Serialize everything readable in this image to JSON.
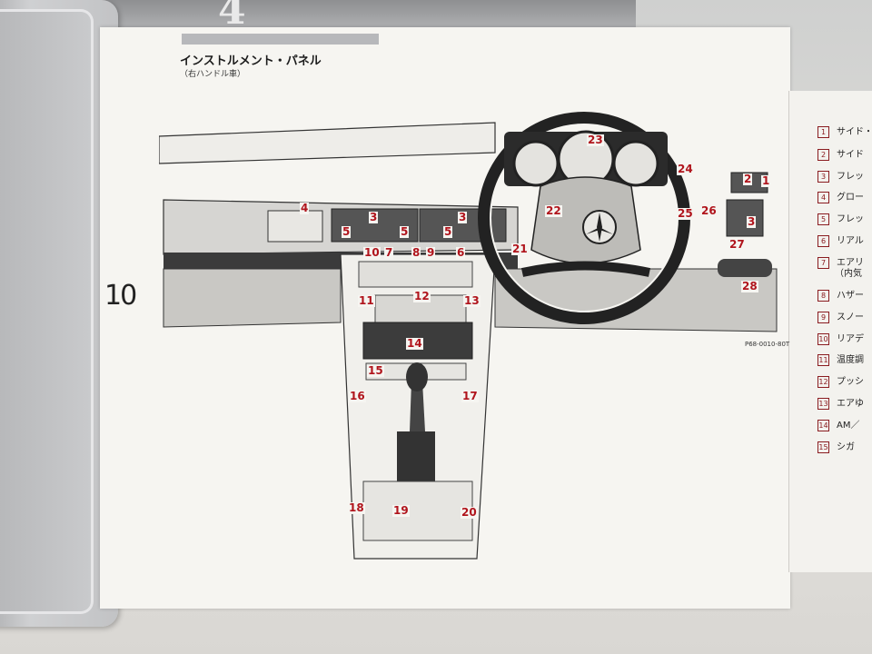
{
  "page": {
    "title": "インストルメント・パネル",
    "subtitle": "（右ハンドル車）",
    "page_number": "10",
    "figure_code": "P68-0010-80T",
    "cover_text": "4"
  },
  "diagram": {
    "callouts": [
      {
        "id": "c1",
        "label": "1"
      },
      {
        "id": "c2",
        "label": "2"
      },
      {
        "id": "c3a",
        "label": "3"
      },
      {
        "id": "c3b",
        "label": "3"
      },
      {
        "id": "c3c",
        "label": "3"
      },
      {
        "id": "c4",
        "label": "4"
      },
      {
        "id": "c5a",
        "label": "5"
      },
      {
        "id": "c5b",
        "label": "5"
      },
      {
        "id": "c5c",
        "label": "5"
      },
      {
        "id": "c6",
        "label": "6"
      },
      {
        "id": "c7",
        "label": "7"
      },
      {
        "id": "c8",
        "label": "8"
      },
      {
        "id": "c9",
        "label": "9"
      },
      {
        "id": "c10",
        "label": "10"
      },
      {
        "id": "c11",
        "label": "11"
      },
      {
        "id": "c12",
        "label": "12"
      },
      {
        "id": "c13",
        "label": "13"
      },
      {
        "id": "c14",
        "label": "14"
      },
      {
        "id": "c15",
        "label": "15"
      },
      {
        "id": "c16",
        "label": "16"
      },
      {
        "id": "c17",
        "label": "17"
      },
      {
        "id": "c18",
        "label": "18"
      },
      {
        "id": "c19",
        "label": "19"
      },
      {
        "id": "c20",
        "label": "20"
      },
      {
        "id": "c21",
        "label": "21"
      },
      {
        "id": "c22",
        "label": "22"
      },
      {
        "id": "c23",
        "label": "23"
      },
      {
        "id": "c24",
        "label": "24"
      },
      {
        "id": "c25",
        "label": "25"
      },
      {
        "id": "c26",
        "label": "26"
      },
      {
        "id": "c27",
        "label": "27"
      },
      {
        "id": "c28",
        "label": "28"
      }
    ]
  },
  "legend": [
    {
      "num": "1",
      "text": "サイド・"
    },
    {
      "num": "2",
      "text": "サイド"
    },
    {
      "num": "3",
      "text": "フレッ"
    },
    {
      "num": "4",
      "text": "グロー"
    },
    {
      "num": "5",
      "text": "フレッ"
    },
    {
      "num": "6",
      "text": "リアル"
    },
    {
      "num": "7",
      "text": "エアリ"
    },
    {
      "num": "",
      "text": "（内気"
    },
    {
      "num": "8",
      "text": "ハザー"
    },
    {
      "num": "9",
      "text": "スノー"
    },
    {
      "num": "10",
      "text": "リアデ"
    },
    {
      "num": "11",
      "text": "温度調"
    },
    {
      "num": "12",
      "text": "プッシ"
    },
    {
      "num": "13",
      "text": "エアゆ"
    },
    {
      "num": "14",
      "text": "AM／"
    },
    {
      "num": "15",
      "text": "シガ"
    }
  ]
}
